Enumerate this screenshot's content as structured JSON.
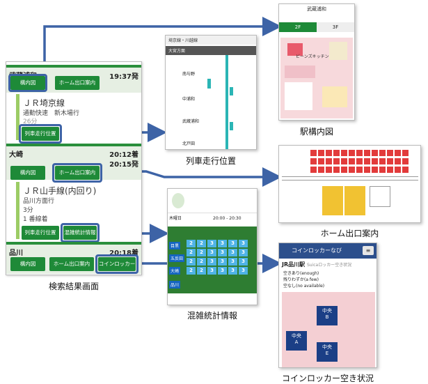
{
  "result_panel": {
    "stations": [
      {
        "name": "武蔵浦和",
        "time": "19:37発"
      },
      {
        "name": "大崎",
        "time1": "20:12着",
        "time2": "20:15発"
      },
      {
        "name": "品川",
        "time": "20:18着"
      }
    ],
    "segments": [
      {
        "line": "ＪＲ埼京線",
        "dir": "通勤快速　新木場行",
        "dur": "26分"
      },
      {
        "line": "ＪＲ山手線(内回り)",
        "dir": "品川方面行",
        "dur": "3分",
        "car": "1 番線着"
      }
    ],
    "buttons": {
      "station_map": "構内図",
      "platform_exit": "ホーム出口案内",
      "train_position": "列車走行位置",
      "congestion": "混雑統計情報",
      "locker": "コインロッカー"
    }
  },
  "captions": {
    "result": "検索結果画面",
    "train_position": "列車走行位置",
    "station_map": "駅構内図",
    "platform_exit": "ホーム出口案内",
    "congestion": "混雑統計情報",
    "locker": "コインロッカー空き状況"
  },
  "station_map_shot": {
    "title": "武蔵浦和",
    "tab1": "2F",
    "tab2": "3F",
    "label": "ビーンズキッチン"
  },
  "train_shot": {
    "header": "埼京線・川越線",
    "dir": "大宮方面",
    "stations": [
      "南与野",
      "中浦和",
      "武蔵浦和",
      "北戸田"
    ]
  },
  "congestion_shot": {
    "day": "木曜日",
    "time": "20:00 - 20:30",
    "rows": [
      "目黒",
      "五反田",
      "大崎",
      "品川"
    ]
  },
  "locker_shot": {
    "app": "コインロッカーなび",
    "station": "JR品川駅",
    "sub": "Suicaロッカー空き状況",
    "legend1": "空きあり(enough)",
    "legend2": "残りわずか(a few)",
    "legend3": "空なし(no available)",
    "box_label": "中央",
    "box_letters": [
      "B",
      "A",
      "E"
    ]
  }
}
